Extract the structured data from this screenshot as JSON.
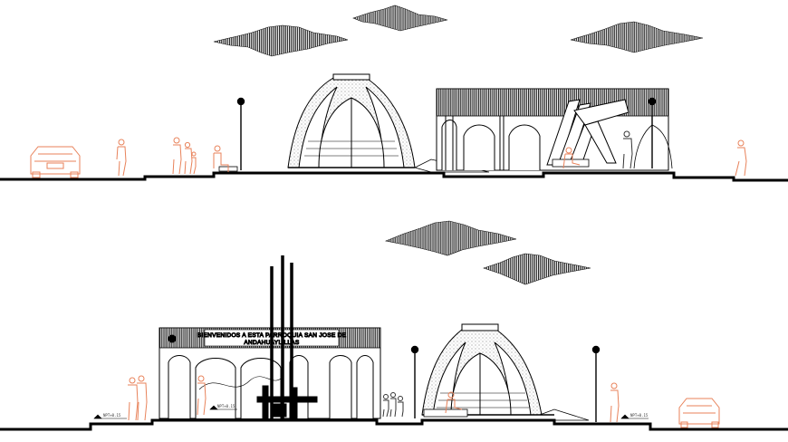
{
  "sign": {
    "line1": "BIENVENIDOS A ESTA PARROQUIA SAN JOSE DE",
    "line2": "ANDAHUAYLILLAS"
  },
  "level_labels": {
    "lower_left_1": "NPT+0.15",
    "lower_left_2": "NPT+0.15",
    "lower_right": "NPT+0.15"
  },
  "colors": {
    "line": "#000000",
    "people": "#e8825a",
    "hatch": "#111111",
    "background": "#ffffff"
  }
}
